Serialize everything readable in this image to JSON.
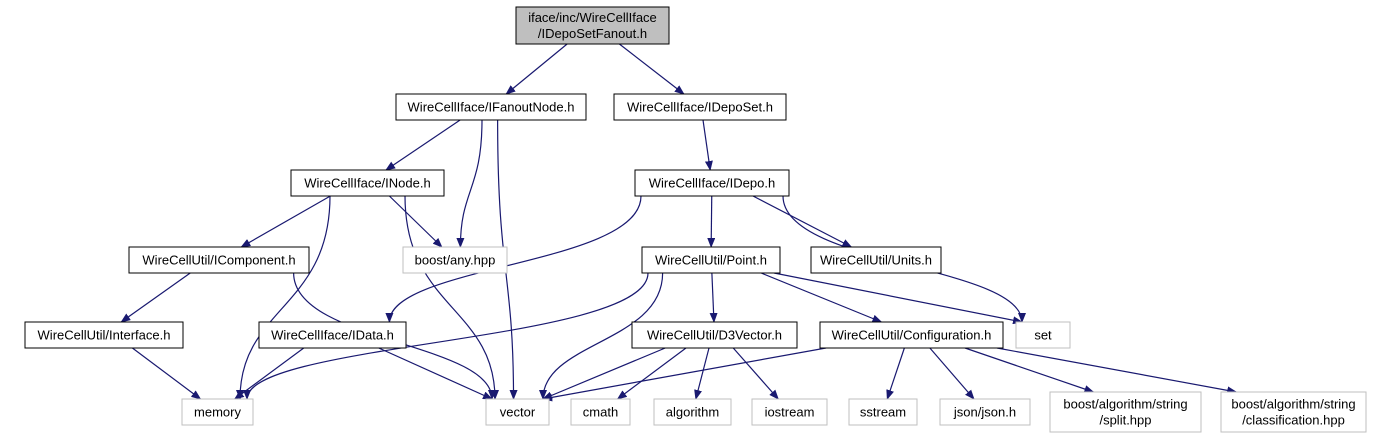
{
  "colors": {
    "root_fill": "#bfbfbf",
    "node_border": "#000000",
    "external_border": "#bfbfbf",
    "edge": "#191970",
    "background": "#ffffff"
  },
  "nodes": [
    {
      "id": "root",
      "lines": [
        "iface/inc/WireCellIface",
        "/IDepoSetFanout.h"
      ],
      "kind": "root"
    },
    {
      "id": "ifanoutnode",
      "lines": [
        "WireCellIface/IFanoutNode.h"
      ],
      "kind": "header"
    },
    {
      "id": "ideposet",
      "lines": [
        "WireCellIface/IDepoSet.h"
      ],
      "kind": "header"
    },
    {
      "id": "inode",
      "lines": [
        "WireCellIface/INode.h"
      ],
      "kind": "header"
    },
    {
      "id": "idepo",
      "lines": [
        "WireCellIface/IDepo.h"
      ],
      "kind": "header"
    },
    {
      "id": "icomponent",
      "lines": [
        "WireCellUtil/IComponent.h"
      ],
      "kind": "header"
    },
    {
      "id": "boostany",
      "lines": [
        "boost/any.hpp"
      ],
      "kind": "external"
    },
    {
      "id": "point",
      "lines": [
        "WireCellUtil/Point.h"
      ],
      "kind": "header"
    },
    {
      "id": "units",
      "lines": [
        "WireCellUtil/Units.h"
      ],
      "kind": "header"
    },
    {
      "id": "interface",
      "lines": [
        "WireCellUtil/Interface.h"
      ],
      "kind": "header"
    },
    {
      "id": "idata",
      "lines": [
        "WireCellIface/IData.h"
      ],
      "kind": "header"
    },
    {
      "id": "d3vector",
      "lines": [
        "WireCellUtil/D3Vector.h"
      ],
      "kind": "header"
    },
    {
      "id": "configuration",
      "lines": [
        "WireCellUtil/Configuration.h"
      ],
      "kind": "header"
    },
    {
      "id": "set",
      "lines": [
        "set"
      ],
      "kind": "external"
    },
    {
      "id": "memory",
      "lines": [
        "memory"
      ],
      "kind": "external"
    },
    {
      "id": "vector",
      "lines": [
        "vector"
      ],
      "kind": "external"
    },
    {
      "id": "cmath",
      "lines": [
        "cmath"
      ],
      "kind": "external"
    },
    {
      "id": "algorithm",
      "lines": [
        "algorithm"
      ],
      "kind": "external"
    },
    {
      "id": "iostream",
      "lines": [
        "iostream"
      ],
      "kind": "external"
    },
    {
      "id": "sstream",
      "lines": [
        "sstream"
      ],
      "kind": "external"
    },
    {
      "id": "jsonh",
      "lines": [
        "json/json.h"
      ],
      "kind": "external"
    },
    {
      "id": "split",
      "lines": [
        "boost/algorithm/string",
        "/split.hpp"
      ],
      "kind": "external"
    },
    {
      "id": "classification",
      "lines": [
        "boost/algorithm/string",
        "/classification.hpp"
      ],
      "kind": "external"
    }
  ],
  "edges": [
    [
      "root",
      "ifanoutnode"
    ],
    [
      "root",
      "ideposet"
    ],
    [
      "ifanoutnode",
      "inode"
    ],
    [
      "ifanoutnode",
      "boostany"
    ],
    [
      "ifanoutnode",
      "vector"
    ],
    [
      "ideposet",
      "idepo"
    ],
    [
      "inode",
      "icomponent"
    ],
    [
      "inode",
      "boostany"
    ],
    [
      "inode",
      "memory"
    ],
    [
      "inode",
      "vector"
    ],
    [
      "idepo",
      "idata"
    ],
    [
      "idepo",
      "point"
    ],
    [
      "idepo",
      "units"
    ],
    [
      "idepo",
      "set"
    ],
    [
      "icomponent",
      "interface"
    ],
    [
      "icomponent",
      "vector"
    ],
    [
      "interface",
      "memory"
    ],
    [
      "idata",
      "memory"
    ],
    [
      "idata",
      "vector"
    ],
    [
      "point",
      "d3vector"
    ],
    [
      "point",
      "configuration"
    ],
    [
      "point",
      "set"
    ],
    [
      "point",
      "memory"
    ],
    [
      "point",
      "vector"
    ],
    [
      "d3vector",
      "vector"
    ],
    [
      "d3vector",
      "cmath"
    ],
    [
      "d3vector",
      "algorithm"
    ],
    [
      "d3vector",
      "iostream"
    ],
    [
      "configuration",
      "vector"
    ],
    [
      "configuration",
      "sstream"
    ],
    [
      "configuration",
      "jsonh"
    ],
    [
      "configuration",
      "split"
    ],
    [
      "configuration",
      "classification"
    ]
  ]
}
